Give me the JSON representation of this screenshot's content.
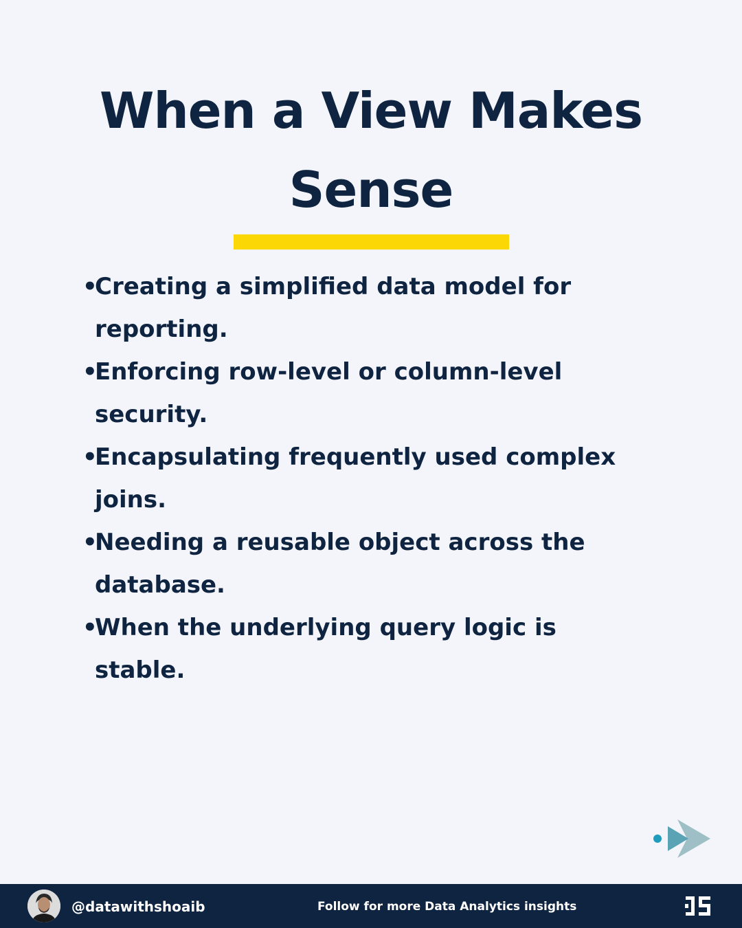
{
  "slide": {
    "title": "When a View Makes Sense",
    "bullet_marker": "•",
    "bullets": [
      "Creating a simplified data model for reporting.",
      "Enforcing row-level or column-level security.",
      "Encapsulating frequently used complex joins.",
      "Needing a reusable object across the database.",
      "When the underlying query logic is stable."
    ]
  },
  "footer": {
    "handle": "@datawithshoaib",
    "cta": "Follow for more Data Analytics insights"
  },
  "icons": {
    "next": "next-arrow-icon",
    "logo": "ds-logo-icon",
    "avatar": "avatar"
  },
  "colors": {
    "background": "#f4f5fa",
    "text": "#0e2440",
    "accent_underline": "#fcd706",
    "footer_bg": "#0e2440",
    "arrow_dot": "#1e9bbd",
    "arrow_front": "#5aa3b5",
    "arrow_back": "#9fbfc6"
  }
}
